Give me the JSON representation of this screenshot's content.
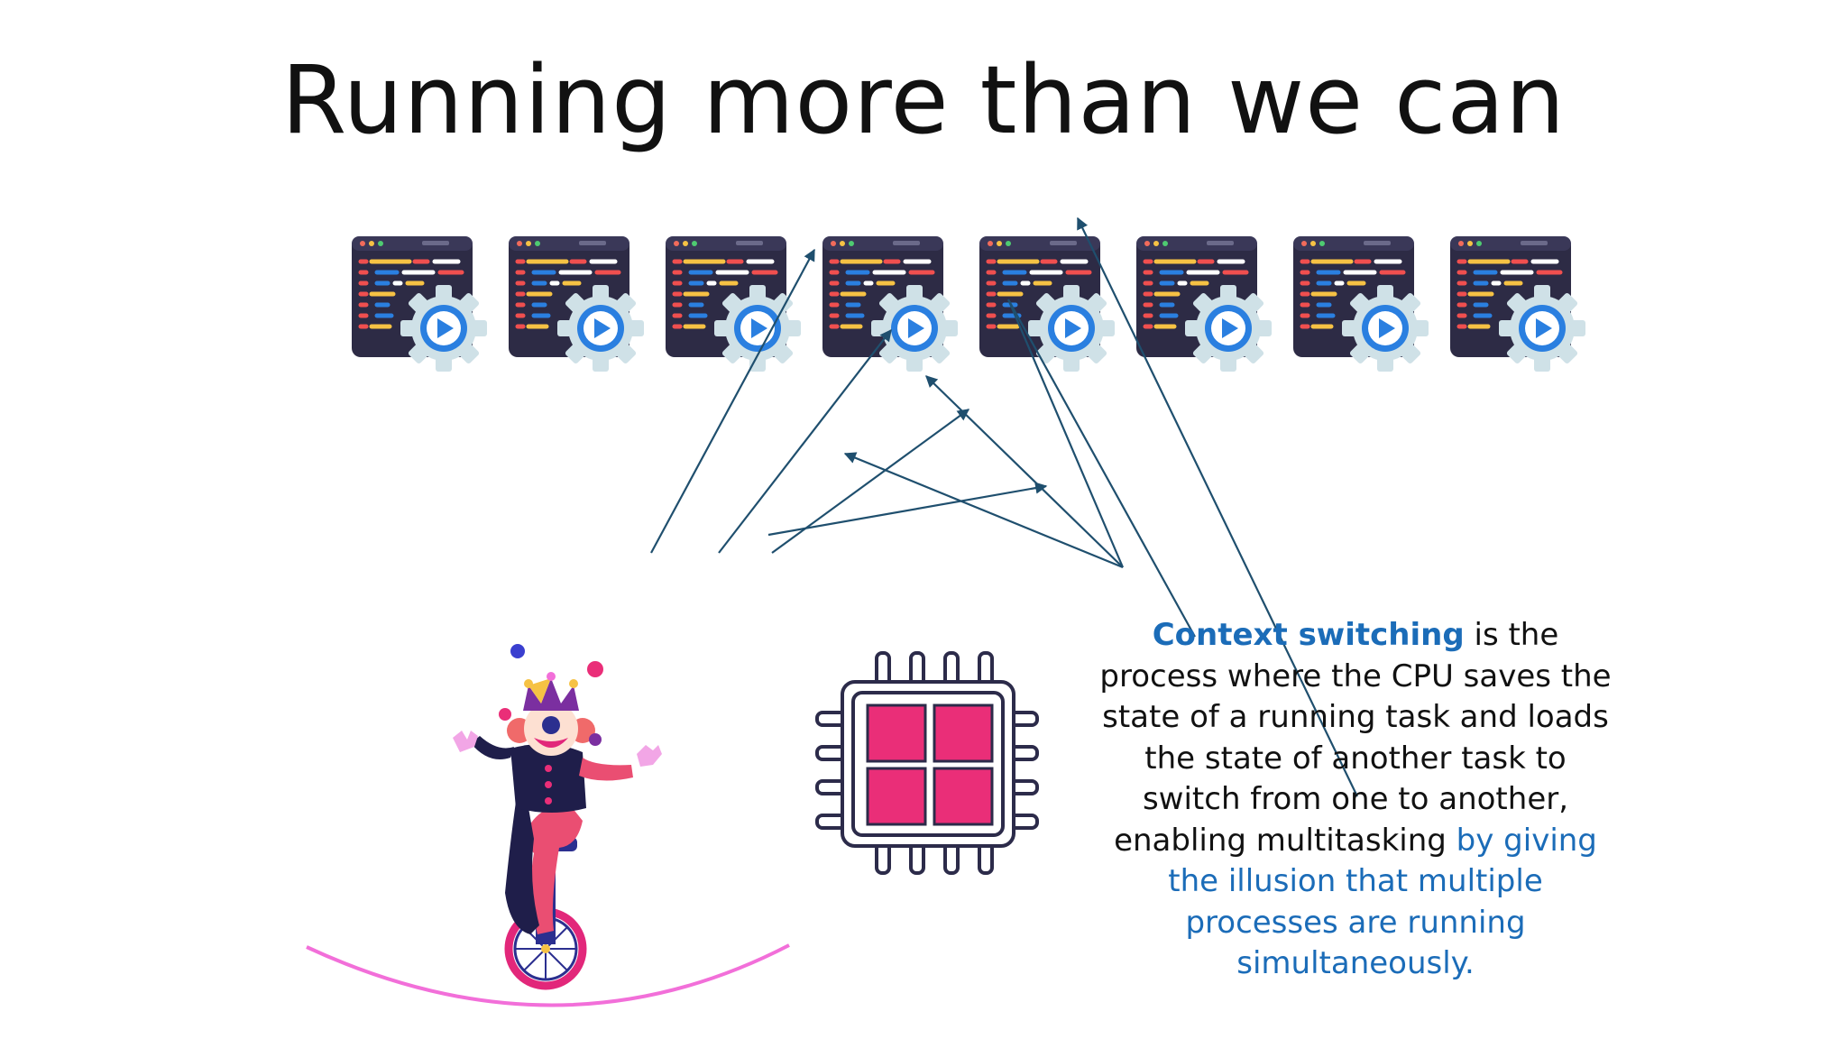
{
  "slide": {
    "title": "Running more than we can"
  },
  "processes": {
    "icon": "code-window-with-play-gear-icon",
    "count": 8
  },
  "description": {
    "term": "Context switching",
    "body": " is the process where the CPU saves the state of a running task and loads the state of another task to switch from one to another, enabling multitasking ",
    "highlight": "by giving the illusion that multiple processes are running simultaneously."
  },
  "colors": {
    "accent_blue": "#1b6cb8",
    "arrow_line": "#1f4f6e",
    "chip_pink": "#ea2e78",
    "chip_outline": "#2c2b4a",
    "window_dark": "#2d2b45",
    "gear": "#cfe1e7",
    "play": "#2a7fe0",
    "rope": "#f26fd9"
  }
}
